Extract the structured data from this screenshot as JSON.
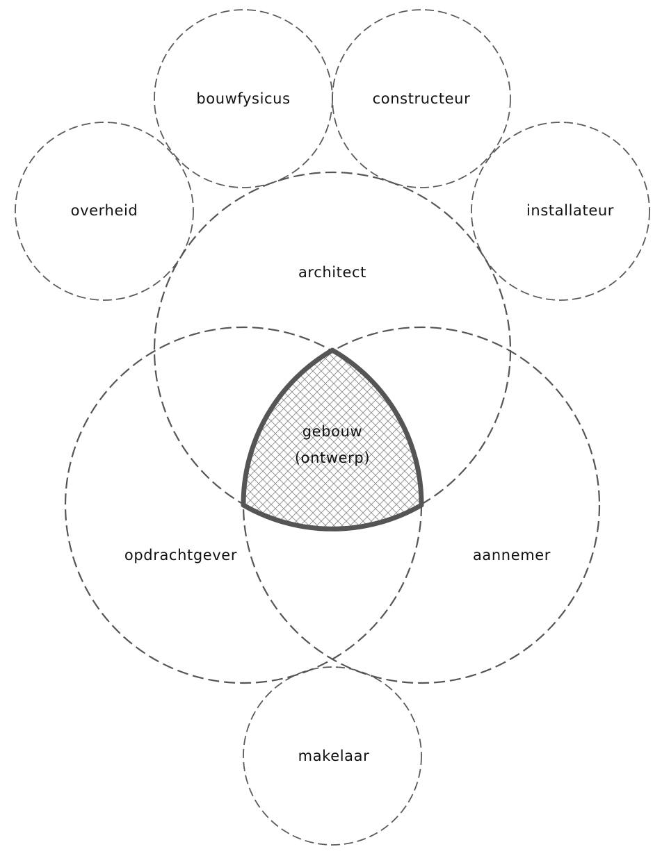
{
  "diagram": {
    "outer_roles": {
      "bouwfysicus": "bouwfysicus",
      "constructeur": "constructeur",
      "overheid": "overheid",
      "installateur": "installateur",
      "makelaar": "makelaar"
    },
    "main_roles": {
      "architect": "architect",
      "opdrachtgever": "opdrachtgever",
      "aannemer": "aannemer"
    },
    "center": {
      "line1": "gebouw",
      "line2": "(ontwerp)"
    },
    "colors": {
      "stroke": "#555555",
      "text": "#111111",
      "hatch": "#8a8a8a",
      "background": "#ffffff"
    }
  }
}
